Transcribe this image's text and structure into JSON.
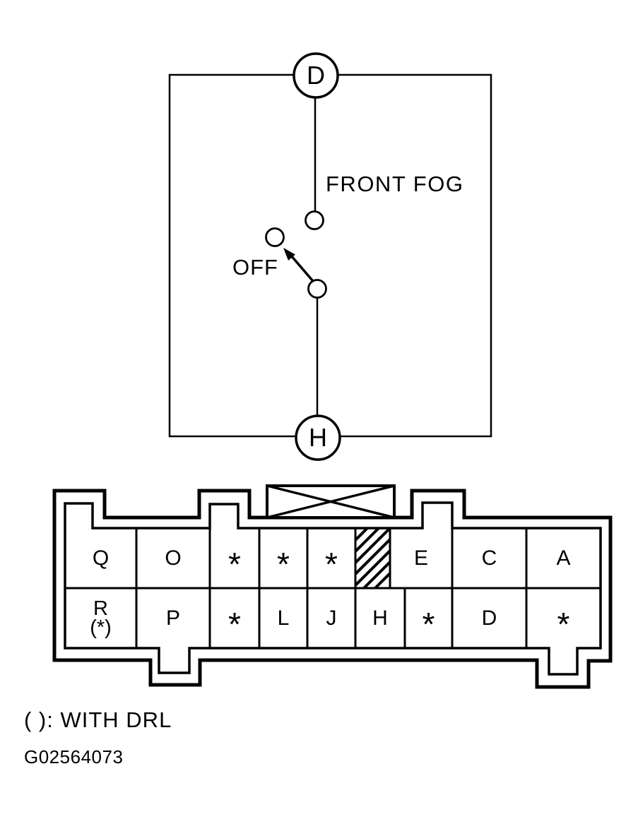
{
  "page": {
    "background": "#ffffff",
    "ink": "#000000"
  },
  "circuit": {
    "component_label": "FRONT FOG",
    "switch_position": "OFF",
    "terminals": {
      "top": "D",
      "bottom": "H"
    }
  },
  "connector": {
    "row1": [
      "Q",
      "O",
      "*",
      "*",
      "*",
      "",
      "E",
      "C",
      "A"
    ],
    "row2": [
      "R\n(*)",
      "P",
      "*",
      "L",
      "J",
      "H",
      "*",
      "D",
      "*"
    ],
    "hatched_slot": {
      "row": 1,
      "column": 6
    },
    "keyway_marker": "crossed-box"
  },
  "footer": {
    "legend": "( ): WITH DRL",
    "figure_id": "G02564073"
  }
}
